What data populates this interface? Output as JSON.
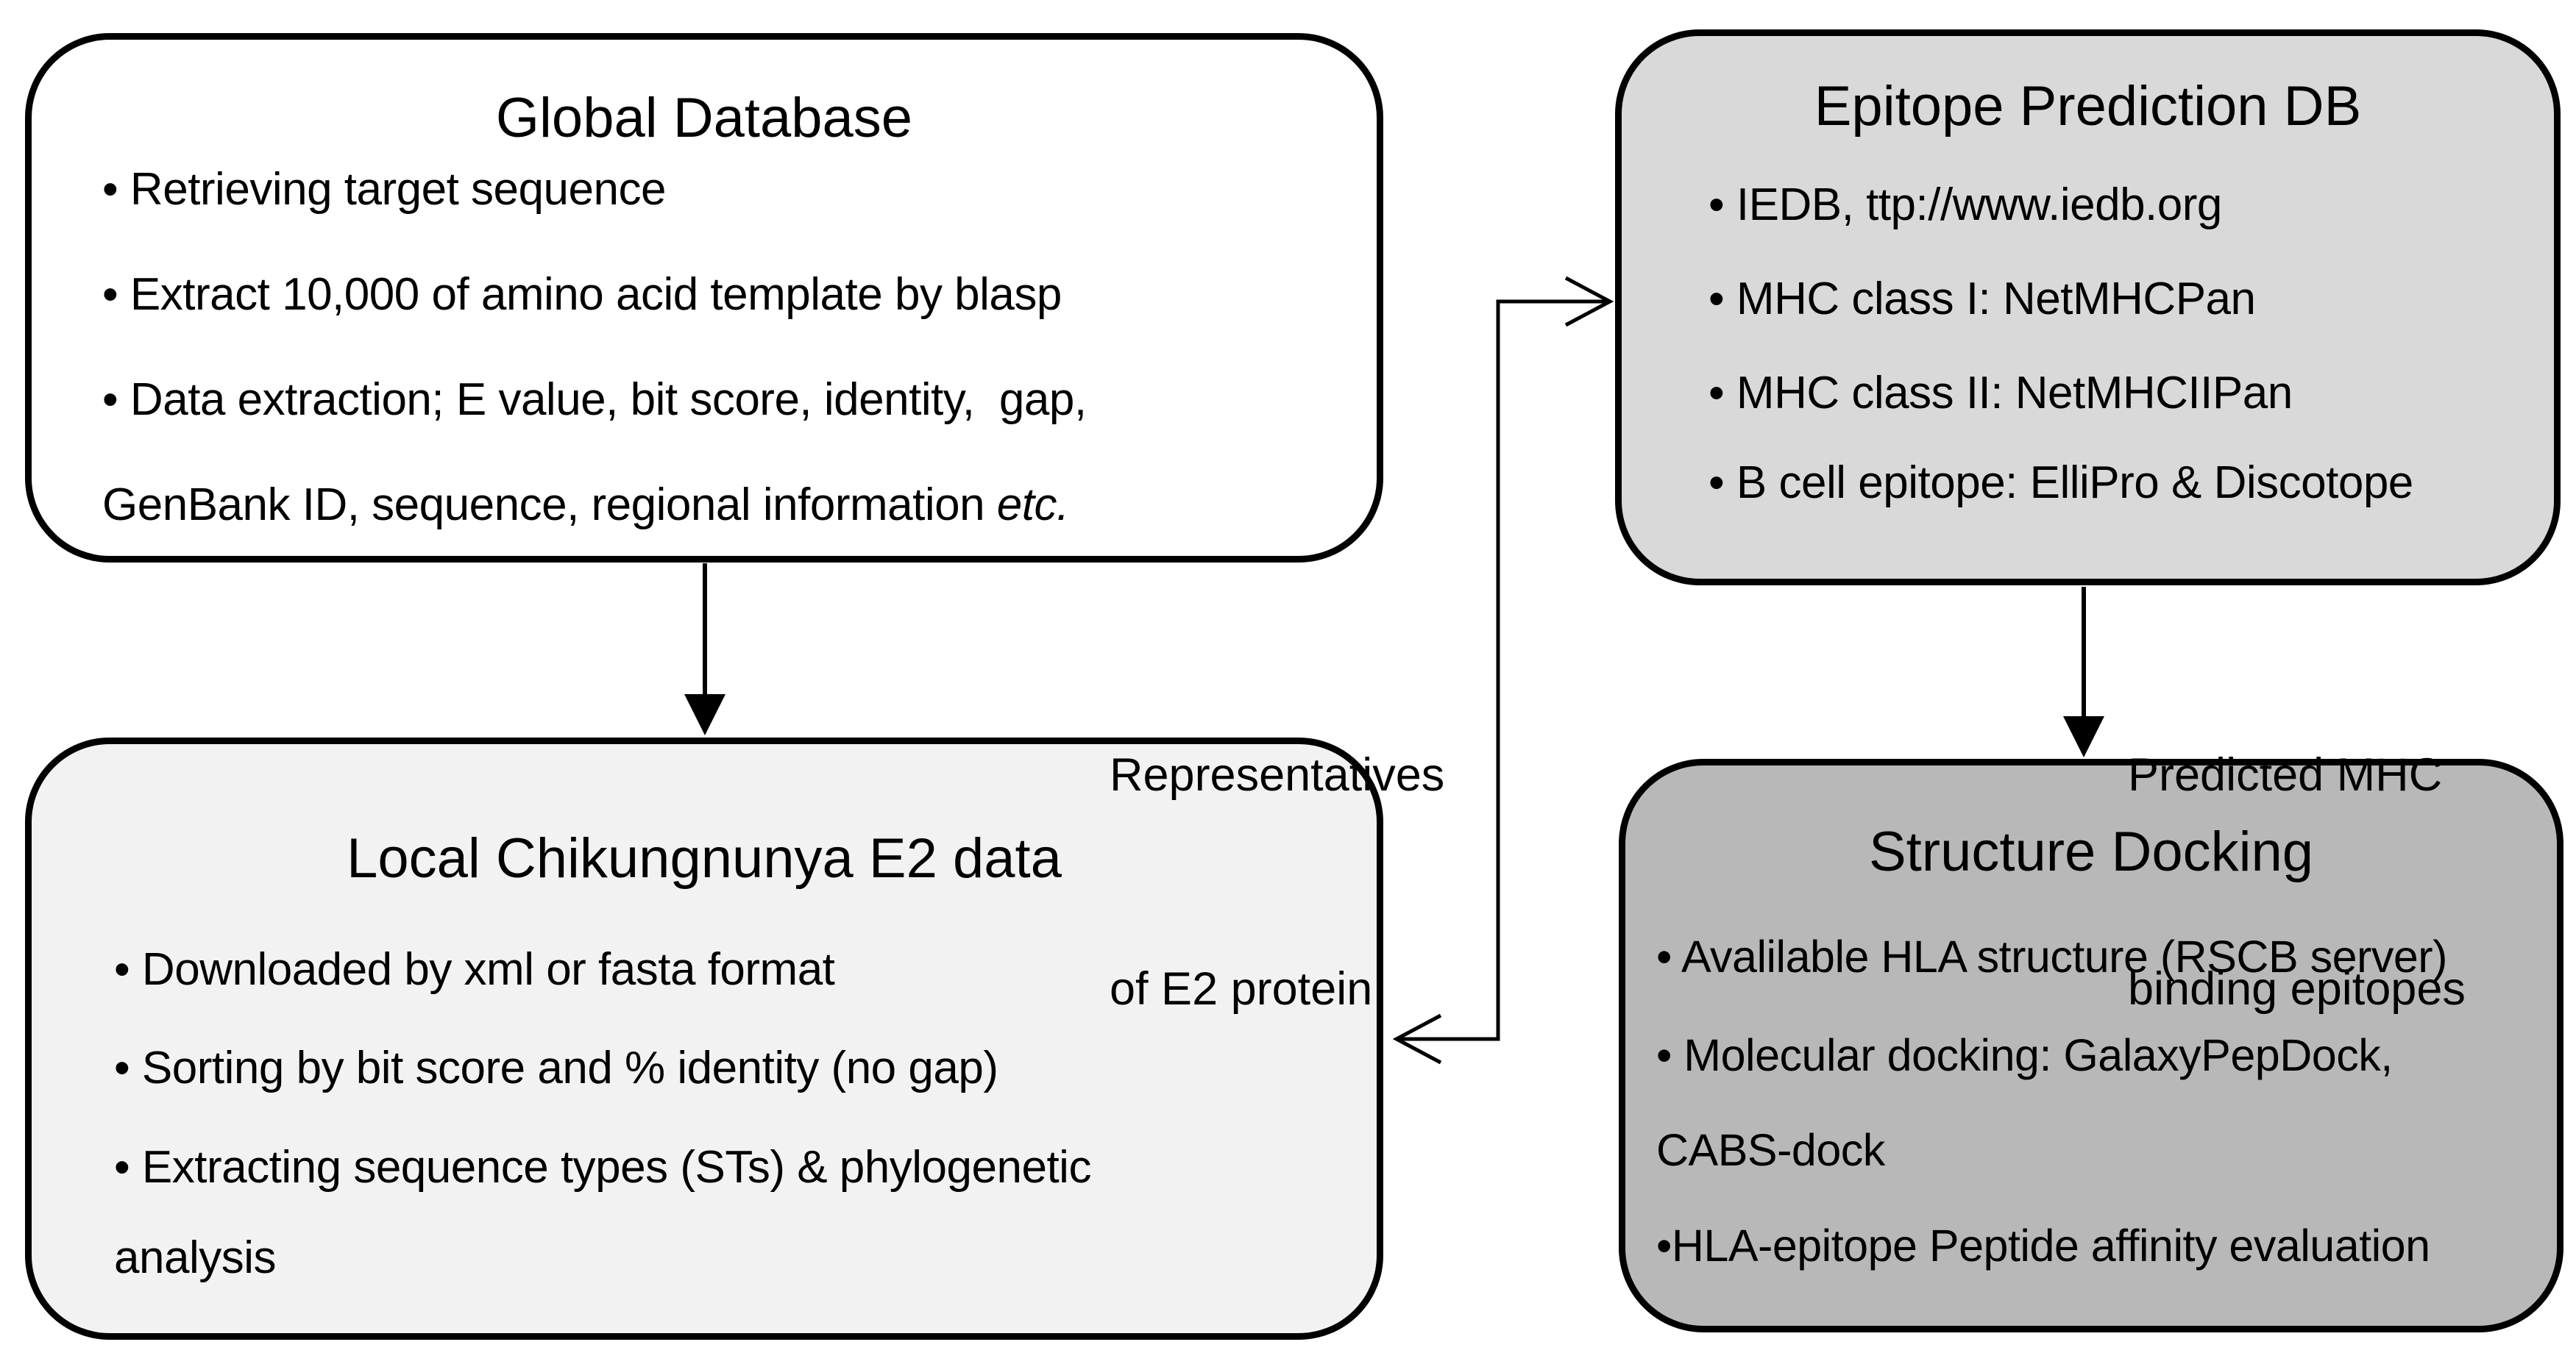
{
  "figure": {
    "type": "flowchart",
    "description": "Epitope prediction workflow diagram with four rounded process boxes and connecting arrows"
  },
  "colors": {
    "global_fill": "#ffffff",
    "epitope_fill": "#d9d9d9",
    "local_fill": "#f2f2f2",
    "docking_fill": "#b8b8b8",
    "border": "#000000",
    "text": "#000000"
  },
  "boxes": {
    "global": {
      "title": "Global Database",
      "line1": "• Retrieving target sequence",
      "line2": "• Extract 10,000 of amino acid template by blasp",
      "line3": "• Data extraction; E value, bit score, identity,  gap,",
      "line4_text": "GenBank ID, sequence, regional information ",
      "line4_italic": "etc."
    },
    "epitope": {
      "title": "Epitope Prediction DB",
      "line1": "• IEDB, ttp://www.iedb.org",
      "line2": "• MHC class I: NetMHCPan",
      "line3": "• MHC class II: NetMHCIIPan",
      "line4": "• B cell epitope: ElliPro & Discotope"
    },
    "local": {
      "title": "Local Chikungnunya E2 data",
      "line1": "• Downloaded by xml or fasta format",
      "line2": "• Sorting by bit score and % identity (no gap)",
      "line3": "• Extracting sequence types (STs) & phylogenetic",
      "line4": "analysis"
    },
    "docking": {
      "title": "Structure Docking",
      "line1": "• Avalilable HLA structure (RSCB server)",
      "line2": "• Molecular docking: GalaxyPepDock,",
      "line3": "CABS-dock",
      "line4": "•HLA-epitope Peptide affinity evaluation"
    }
  },
  "labels": {
    "representatives_line1": "Representatives",
    "representatives_line2": "of E2 protein",
    "predicted_line1": "Predicted MHC",
    "predicted_line2": "binding epitopes"
  }
}
